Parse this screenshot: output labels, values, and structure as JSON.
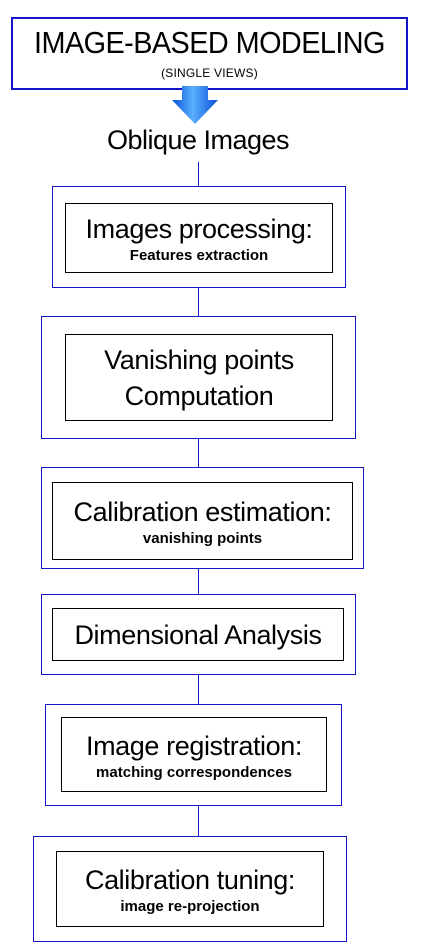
{
  "header": {
    "title": "IMAGE-BASED MODELING",
    "subtitle": "(SINGLE VIEWS)"
  },
  "input_label": "Oblique Images",
  "arrow_icon": "down-arrow-icon",
  "colors": {
    "box_border": "#1414c8",
    "arrow_blue": "#1e78ff"
  },
  "steps": [
    {
      "title": "Images processing:",
      "subtitle": "Features extraction"
    },
    {
      "title_line1": "Vanishing points",
      "title_line2": "Computation"
    },
    {
      "title": "Calibration estimation:",
      "subtitle": "vanishing points"
    },
    {
      "title": "Dimensional Analysis"
    },
    {
      "title": "Image registration:",
      "subtitle": "matching correspondences"
    },
    {
      "title": "Calibration tuning:",
      "subtitle": "image re-projection"
    }
  ]
}
